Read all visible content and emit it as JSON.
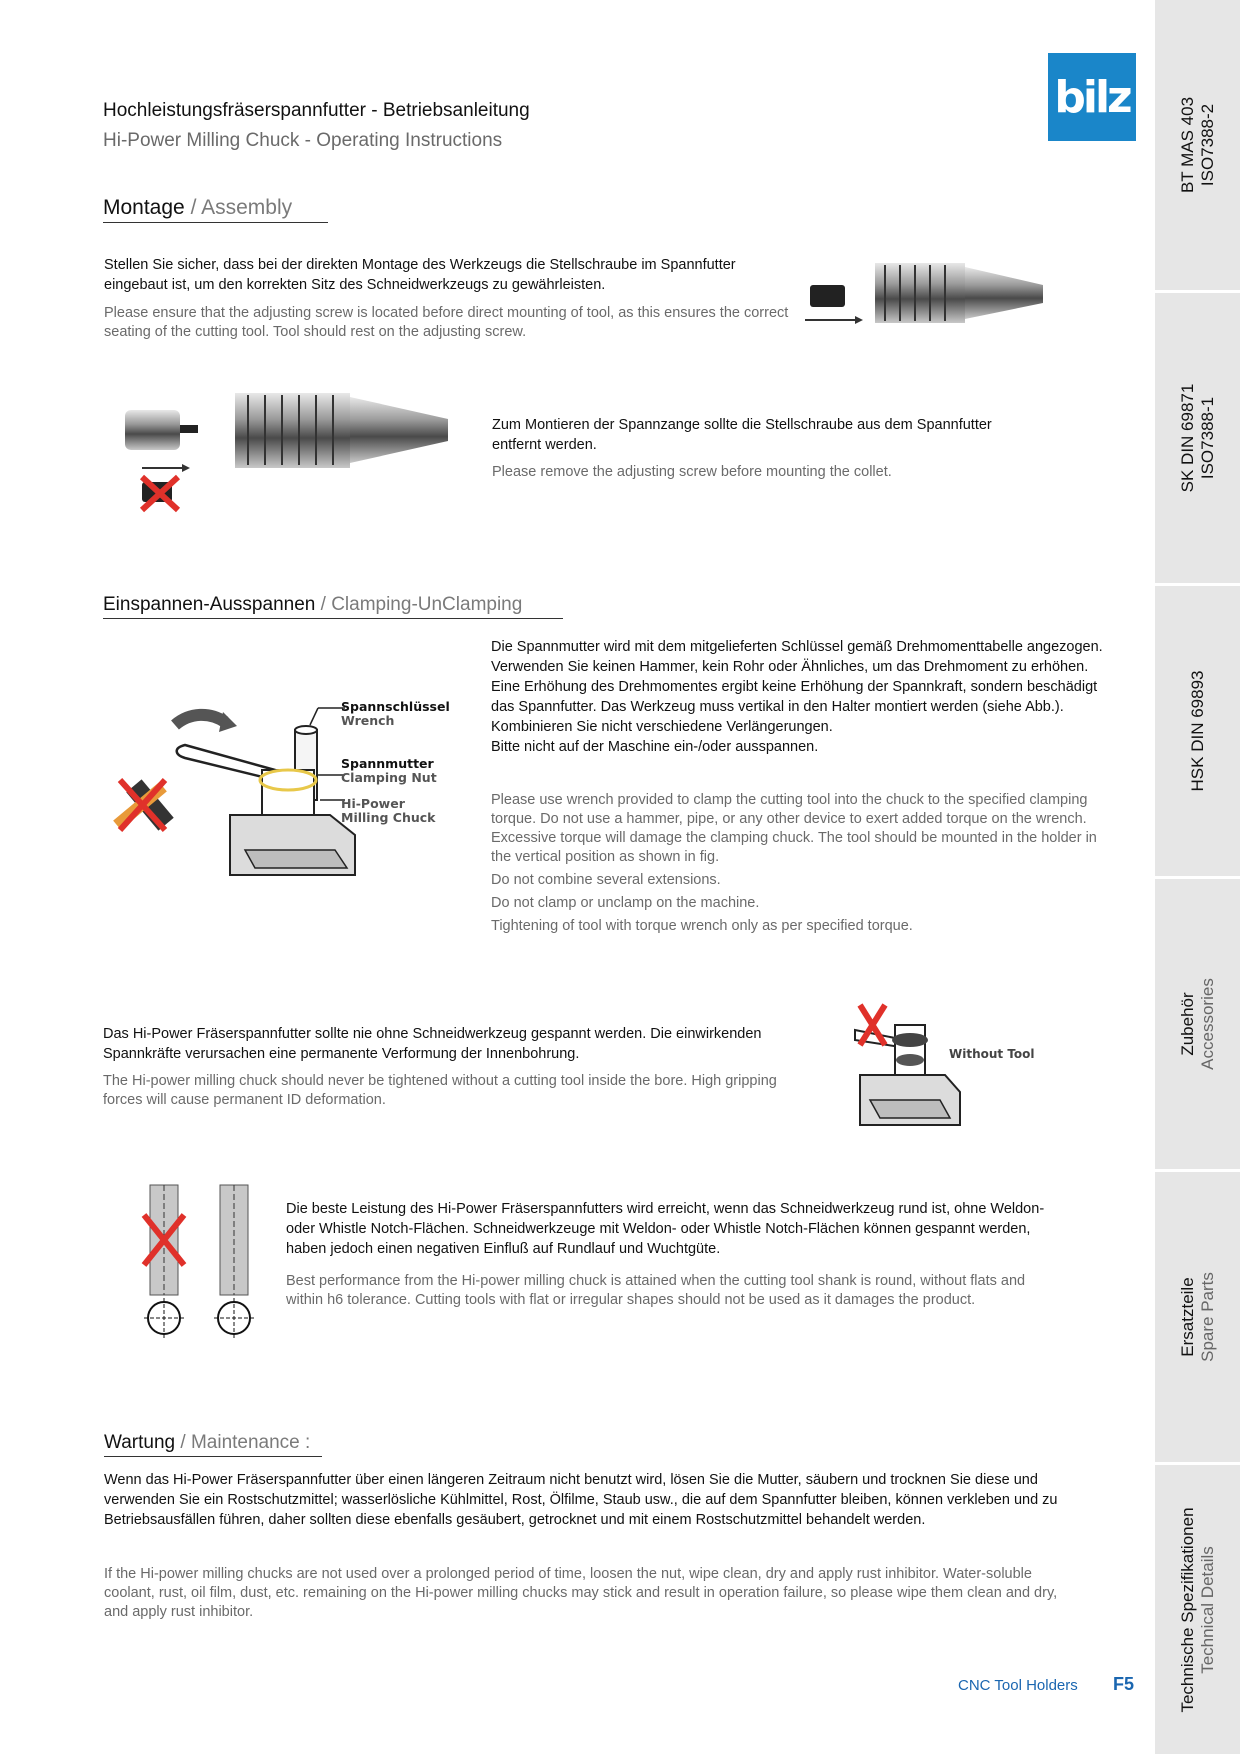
{
  "header": {
    "title_de": "Hochleistungsfräserspannfutter - Betriebsanleitung",
    "title_en": "Hi-Power Milling Chuck - Operating Instructions",
    "logo": "bilz",
    "brand_color": "#1a86c9"
  },
  "side_tabs": [
    {
      "line1": "BT MAS 403",
      "line2": "ISO7388-2"
    },
    {
      "line1": "SK DIN 69871",
      "line2": "ISO7388-1"
    },
    {
      "line1": "HSK DIN 69893",
      "line2": ""
    },
    {
      "line1": "Zubehör",
      "line2": "Accessories"
    },
    {
      "line1": "Ersatzteile",
      "line2": "Spare Parts"
    },
    {
      "line1": "Technische Spezifikationen",
      "line2": "Technical Details"
    }
  ],
  "assembly": {
    "title_de": "Montage",
    "title_sep": " / ",
    "title_en": "Assembly",
    "p1_de": "Stellen Sie sicher, dass bei der direkten Montage des Werkzeugs die Stellschraube im Spannfutter eingebaut ist, um den korrekten Sitz des Schneidwerkzeugs zu gewährleisten.",
    "p1_en": "Please ensure that the adjusting screw is located before direct mounting of tool, as this ensures the correct seating of the cutting tool.  Tool should rest on the adjusting screw.",
    "p2_de": "Zum Montieren der Spannzange sollte die Stellschraube aus dem Spannfutter entfernt werden.",
    "p2_en": "Please remove the adjusting screw before mounting the collet."
  },
  "clamping": {
    "title_de": "Einspannen-Ausspannen",
    "title_sep": " / ",
    "title_en": "Clamping-UnClamping",
    "label_wrench_de": "Spannschlüssel",
    "label_wrench_en": "Wrench",
    "label_nut_de": "Spannmutter",
    "label_nut_en": "Clamping Nut",
    "label_chuck_1": "Hi-Power",
    "label_chuck_2": "Milling Chuck",
    "p_de": "Die Spannmutter wird mit dem mitgelieferten Schlüssel gemäß Drehmomenttabelle angezogen. Verwenden Sie keinen Hammer, kein Rohr oder Ähnliches, um das Drehmoment zu erhöhen. Eine Erhöhung des Drehmomentes ergibt keine Erhöhung der Spannkraft, sondern beschädigt das Spannfutter. Das Werkzeug muss vertikal in den Halter montiert werden (siehe Abb.).",
    "p_de_2": "Kombinieren Sie nicht verschiedene Verlängerungen.",
    "p_de_3": "Bitte nicht auf der Maschine ein-/oder ausspannen.",
    "p_en": "Please use wrench provided to clamp the cutting tool into the chuck to the specified clamping torque. Do not use a hammer, pipe, or any other device to exert added torque on the wrench.  Excessive torque will damage the clamping chuck. The tool should be mounted in the holder in the vertical position as shown in fig.",
    "p_en_2": "Do not combine several extensions.",
    "p_en_3": "Do not clamp or unclamp on the machine.",
    "p_en_4": "Tightening of tool with torque wrench only as per specified torque."
  },
  "no_tool": {
    "p_de": "Das Hi-Power Fräserspannfutter sollte nie ohne Schneidwerkzeug gespannt werden. Die einwirkenden Spannkräfte verursachen eine permanente Verformung der Innenbohrung.",
    "p_en": "The Hi-power milling chuck should never be tightened without a cutting tool inside the bore. High gripping forces will cause permanent ID deformation.",
    "label": "Without Tool"
  },
  "shank": {
    "p_de": "Die beste Leistung des Hi-Power Fräserspannfutters wird erreicht, wenn das Schneidwerkzeug rund ist, ohne Weldon- oder Whistle Notch-Flächen. Schneidwerkzeuge mit Weldon- oder Whistle Notch-Flächen können gespannt werden, haben jedoch einen negativen Einfluß auf Rundlauf und Wuchtgüte.",
    "p_en": "Best performance from the Hi-power milling chuck is attained when the cutting tool shank is round, without flats and within h6 tolerance. Cutting tools with flat or irregular shapes should not be used as it damages the product."
  },
  "maintenance": {
    "title_de": "Wartung",
    "title_sep": " / ",
    "title_en": "Maintenance :",
    "p_de": "Wenn das Hi-Power Fräserspannfutter über einen längeren Zeitraum nicht benutzt wird, lösen Sie die Mutter, säubern und trocknen Sie diese und verwenden Sie ein Rostschutzmittel; wasserlösliche Kühlmittel, Rost, Ölfilme, Staub usw., die auf dem Spannfutter bleiben, können verkleben und zu Betriebsausfällen führen, daher sollten diese ebenfalls gesäubert, getrocknet und mit einem Rostschutzmittel behandelt werden.",
    "p_en": "If the Hi-power milling chucks are not used over a prolonged period of time, loosen the nut, wipe clean, dry and apply rust inhibitor. Water-soluble coolant, rust, oil film, dust, etc. remaining on the Hi-power milling chucks may stick and result in operation failure, so please wipe them clean and dry, and apply rust inhibitor."
  },
  "footer": {
    "category": "CNC Tool Holders",
    "page": "F5",
    "accent": "#1a66b0"
  }
}
